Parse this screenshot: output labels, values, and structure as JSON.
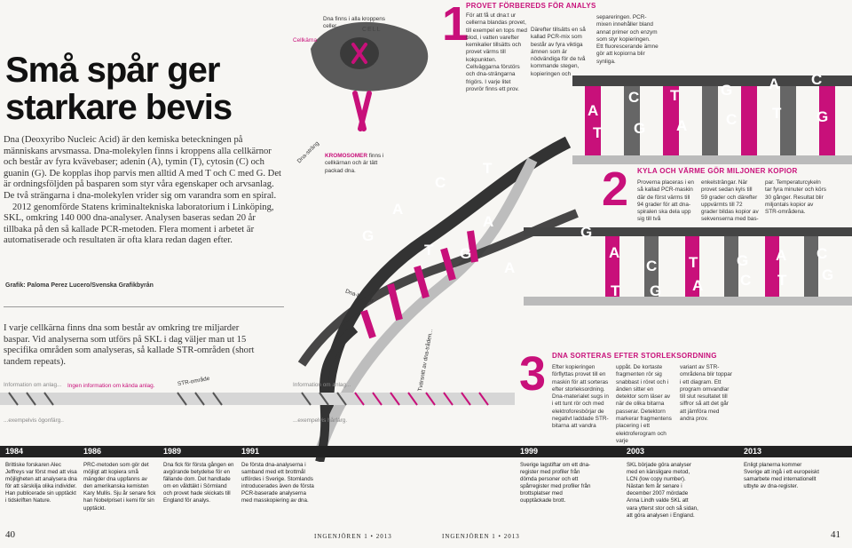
{
  "title": "Små spår ger starkare bevis",
  "intro": {
    "p1": "Dna (Deoxyribo Nucleic Acid) är den kemiska beteckningen på människans arvsmassa. Dna-molekylen finns i kroppens alla cellkärnor och består av fyra kvävebaser; adenin (A), tymin (T), cytosin (C) och guanin (G). De kopplas ihop parvis men alltid A med T och C med G. Det är ordningsföljden på basparen som styr våra egenskaper och arvsanlag. De två strängarna i dna-molekylen vrider sig om varandra som en spiral.",
    "p2": "2012 genomförde Statens kriminaltekniska laboratorium i Linköping, SKL, omkring 140 000 dna-analyser. Analysen baseras sedan 20 år tillbaka på den så kallade PCR-metoden. Flera moment i arbetet är automatiserade och resultaten är ofta klara redan dagen efter."
  },
  "credit": "Grafik: Paloma Perez Lucero/Svenska Grafikbyrån",
  "str_intro": "I varje cellkärna finns dna som består av omkring tre miljarder baspar. Vid analyserna som utförs på SKL i dag väljer man ut 15 specifika områden som analyseras, så kallade STR-områden (short tandem repeats).",
  "cell": {
    "label_cellkarna": "Cellkärna",
    "label_cell": "CELL",
    "note": "Dna finns i alla kroppens celler.",
    "kromosomer_head": "KROMOSOMER",
    "kromosomer_text": "finns i cellkärnan och är tätt packad dna.",
    "dna_strang": "Dna-sträng",
    "dna_baspar": "Dna-baspar"
  },
  "step1": {
    "num": "1",
    "head": "PROVET FÖRBEREDS FÖR ANALYS",
    "col1": "För att få ut dna:t ur cellerna blandas provet, till exempel en tops med blod, i vatten varefter kemikalier tillsätts och provet värms till kokpunkten. Cellväggarna förstörs och dna-strängarna frigörs. I varje litet provrör finns ett prov.",
    "col2": "Därefter tillsätts en så kallad PCR-mix som består av fyra viktiga ämnen som är nödvändiga för de två kommande stegen, kopieringen och",
    "col3": "separeringen. PCR-mixen innehåller bland annat primer och enzym som styr kopieringen. Ett fluorescerande ämne gör att kopiorna blir synliga."
  },
  "step2": {
    "num": "2",
    "head": "KYLA OCH VÄRME GÖR MILJONER KOPIOR",
    "col1": "Proverna placeras i en så kallad PCR-maskin där de först värms till 94 grader för att dna-spiralen ska dela upp sig till två",
    "col2": "enkelsträngar. När provet sedan kyls till 59 grader och därefter uppvärmts till 72 grader bildas kopior av sekvenserna med bas-",
    "col3": "par. Temperaturcykeln tar fyra minuter och körs 30 gånger. Resultat blir miljontals kopior av STR-områdena."
  },
  "step3": {
    "num": "3",
    "head": "DNA SORTERAS EFTER STORLEKSORDNING",
    "col1": "Efter kopieringen förflyttas provet till en maskin för att sorteras efter storleksordning. Dna-materialet sugs in i ett tunt rör och med elektroforesbörjar de negativt laddade STR-bitarna att vandra",
    "col2": "uppåt. De kortaste fragmenten rör sig snabbast i röret och i änden sitter en detektor som läser av när de olika bitarna passerar. Detektorn markerar fragmentens placering i ett elektroferogram och varje",
    "col3": "variant av STR-områdena blir toppar i ett diagram. Ett program omvandlar till slut resultatet till siffror så att det går att jämföra med andra prov."
  },
  "bases": {
    "top_lower": [
      "A",
      "T",
      "C",
      "G",
      "T",
      "A",
      "G",
      "C",
      "A",
      "T",
      "C",
      "G"
    ],
    "right_mid": [
      "A",
      "T",
      "C",
      "G",
      "T",
      "A",
      "G",
      "C",
      "A",
      "T",
      "C",
      "G"
    ],
    "helix": [
      "T",
      "C",
      "A",
      "G",
      "A",
      "T",
      "G",
      "A",
      "G"
    ]
  },
  "str_labels": {
    "info_left": "Information om anlag...",
    "known_info": "Ingen information om kända anlag.",
    "str_omrade": "STR-område",
    "info_right": "Information om anlag...",
    "repeat_left": "...exempelvis ögonfärg..",
    "repeat_right": "...exempelvis hårfärg.",
    "vertical": "Tvärsnitt av dna-tråden...",
    "helix_mag": "Dna"
  },
  "timeline": [
    {
      "year": "1984",
      "text": "Brittiske forskaren Alec Jeffreys var först med att visa möjligheten att analysera dna för att särskilja olika individer. Han publicerade sin upptäckt i tidskriften Nature."
    },
    {
      "year": "1986",
      "text": "PRC-metoden som gör det möjligt att kopiera små mängder dna uppfanns av den amerikanska kemisten Kary Mullis. Sju år senare fick han Nobelpriset i kemi för sin upptäckt."
    },
    {
      "year": "1989",
      "text": "Dna fick för första gången en avgörande betydelse för en fällande dom. Det handlade om en våldtäkt i Sörmland och provet hade skickats till England för analys."
    },
    {
      "year": "1991",
      "text": "De första dna-analyserna i samband med ett brottmål utfördes i Sverige. Stomlands introducerades även de första PCR-baserade analyserna med masskopiering av dna."
    },
    {
      "year": "1999",
      "text": "Sverige lagstiftar om ett dna-register med profiler från dömda personer och ett spårregister med profiler från brottsplatser med oupptäckade brott."
    },
    {
      "year": "2003",
      "text": "SKL började göra analyser med en känsligare metod, LCN (low copy number). Nästan fem år senare i december 2007 mördade Anna Lindh valde SKL att vara ytterst stor och så sidan, att göra analysen i England."
    },
    {
      "year": "2013",
      "text": "Enligt planerna kommer Sverige att ingå i ett europeiskt samarbete med internationellt utbyte av dna-register."
    }
  ],
  "footer": {
    "left_page": "40",
    "left_mag": "INGENJÖREN 1 • 2013",
    "right_mag": "INGENJÖREN 1 • 2013",
    "right_page": "41"
  },
  "colors": {
    "magenta": "#c8107a",
    "dark": "#222222",
    "grey": "#888888"
  }
}
